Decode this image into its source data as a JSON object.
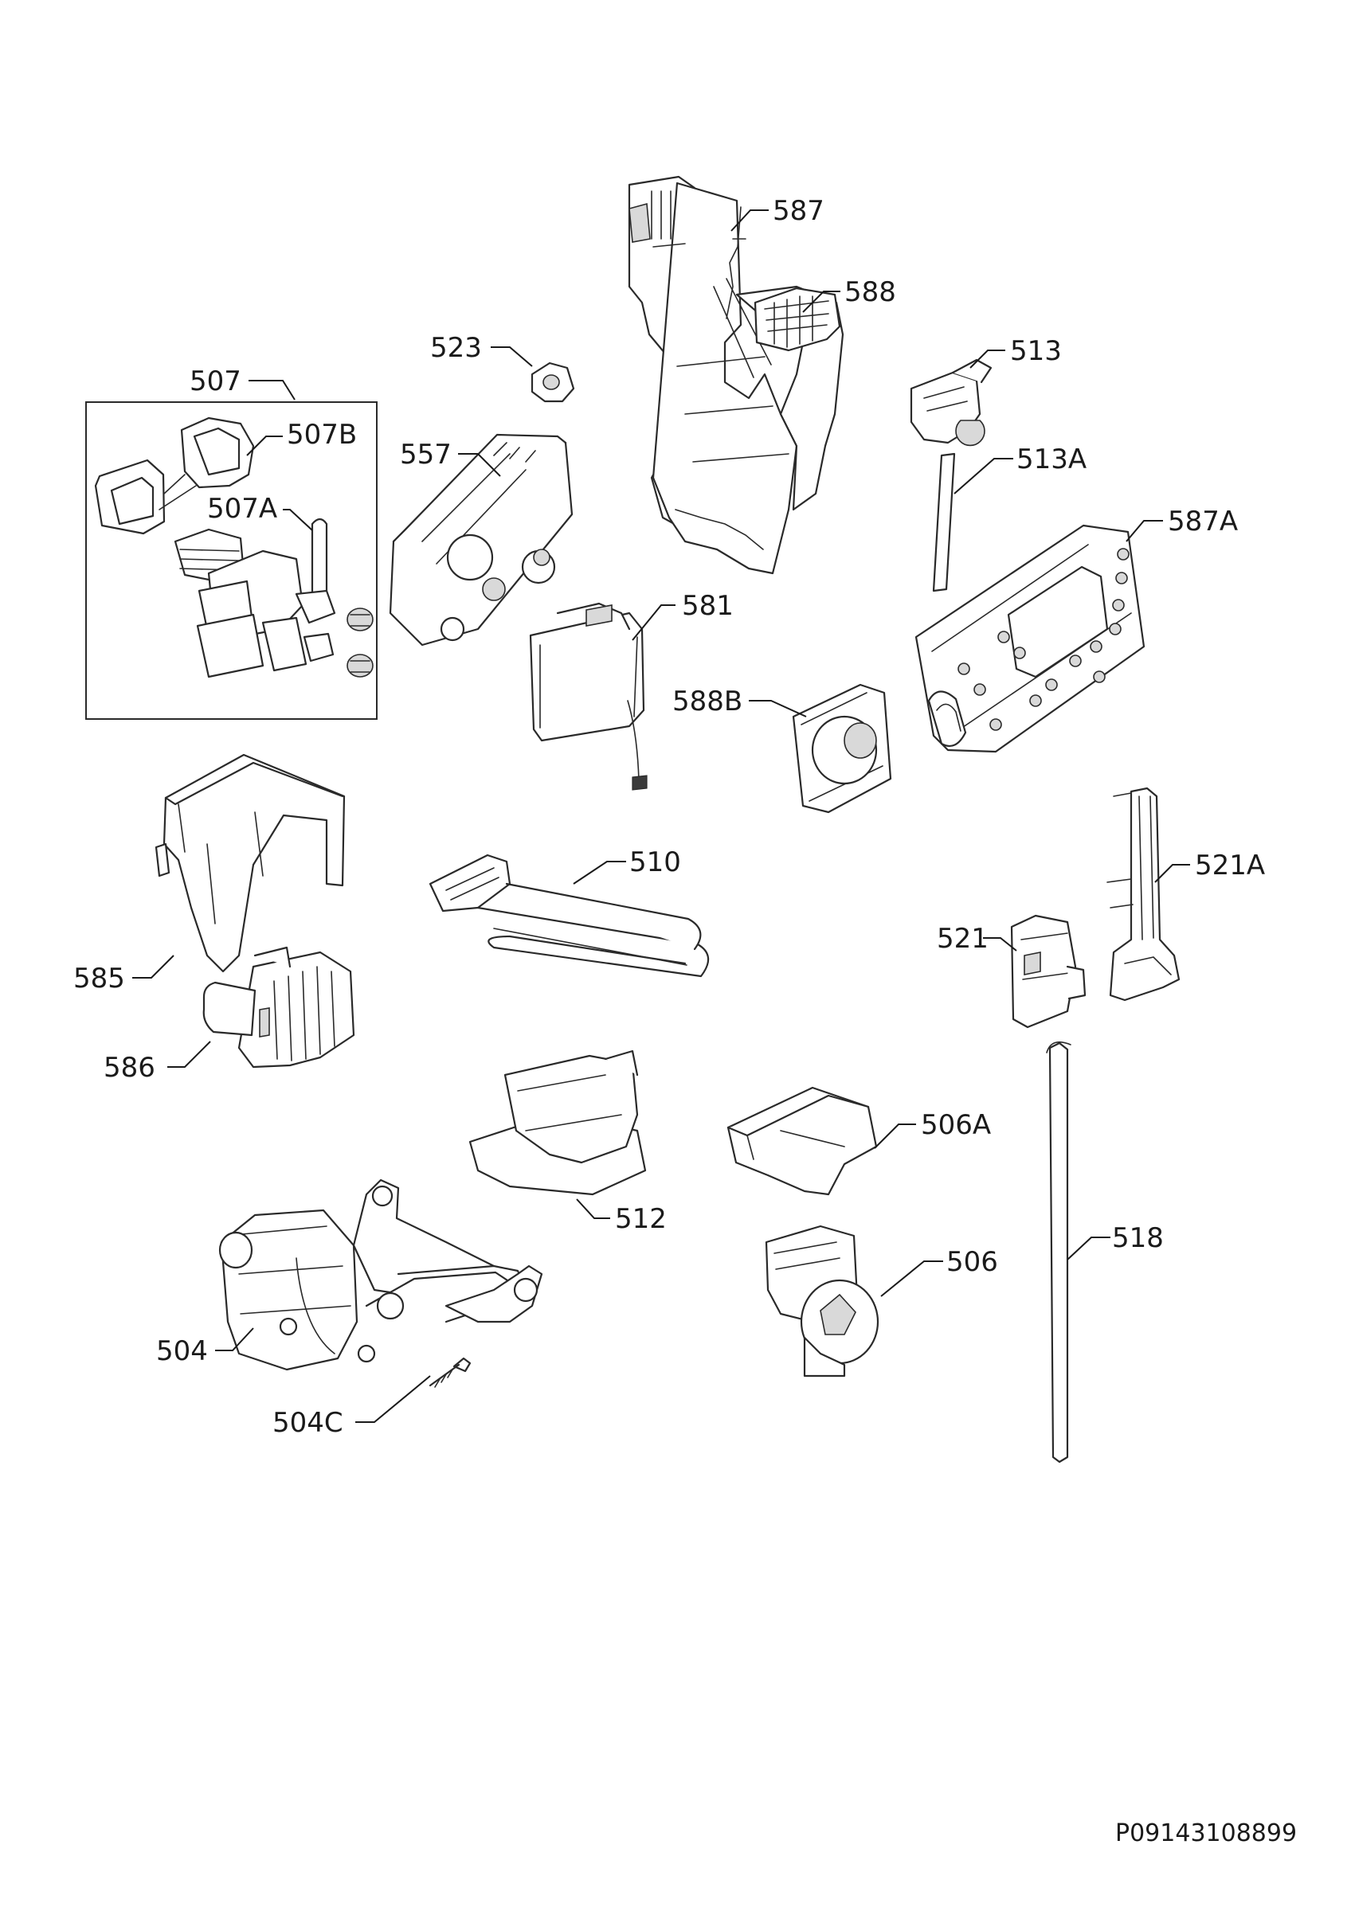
{
  "labels": {
    "p507": "507",
    "p507B": "507B",
    "p507A": "507A",
    "p523": "523",
    "p557": "557",
    "p587": "587",
    "p588": "588",
    "p513": "513",
    "p513A": "513A",
    "p587A": "587A",
    "p581": "581",
    "p588B": "588B",
    "p510": "510",
    "p521A": "521A",
    "p521": "521",
    "p585": "585",
    "p586": "586",
    "p506A": "506A",
    "p512": "512",
    "p518": "518",
    "p506": "506",
    "p504": "504",
    "p504C": "504C"
  },
  "document_code": "P09143108899"
}
